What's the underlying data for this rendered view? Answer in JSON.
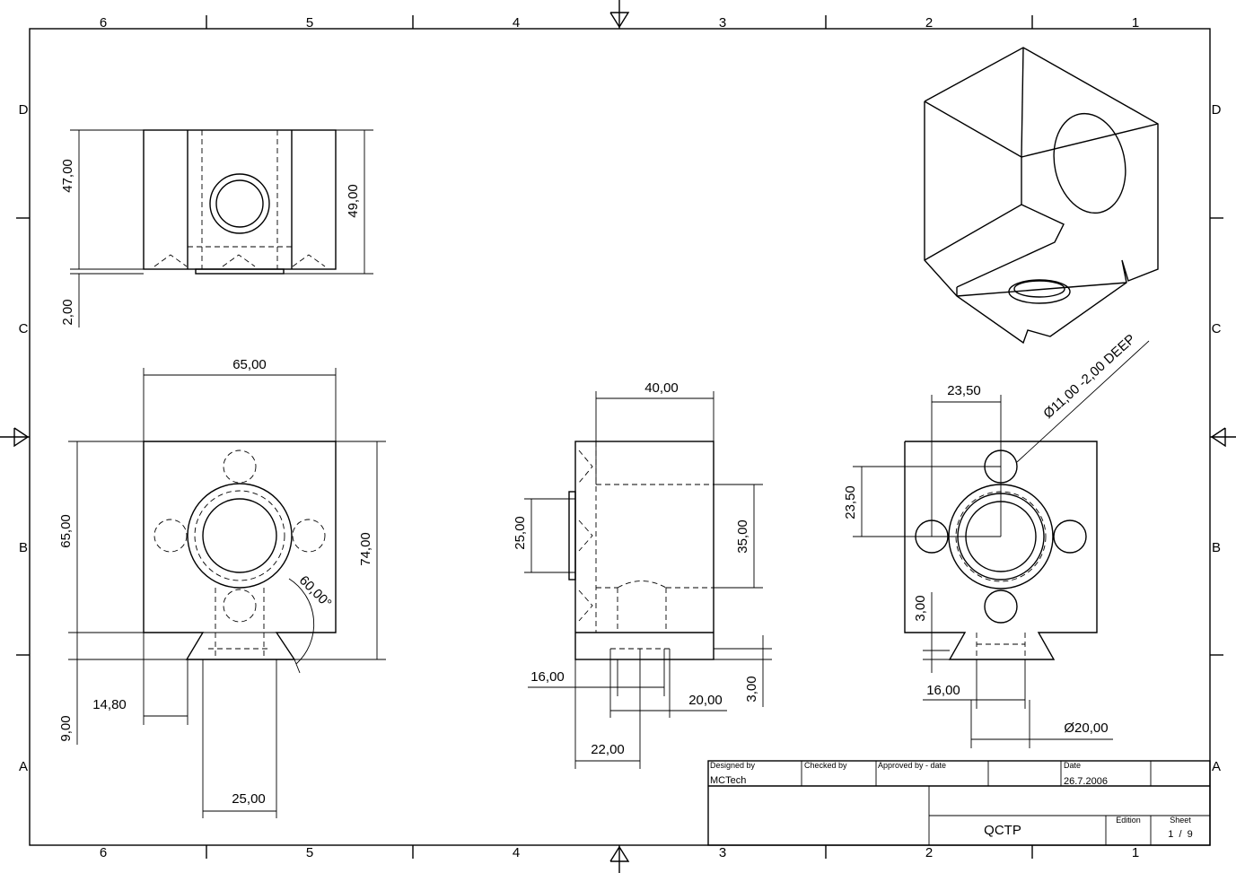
{
  "border": {
    "columns": [
      "6",
      "5",
      "4",
      "3",
      "2",
      "1"
    ],
    "rows": [
      "D",
      "C",
      "B",
      "A"
    ]
  },
  "dimensions": {
    "top_view": {
      "height_left": "47,00",
      "height_right": "49,00",
      "base": "2,00"
    },
    "front_view": {
      "width": "65,00",
      "height_left": "65,00",
      "height_right": "74,00",
      "angle": "60,00°",
      "slot_depth": "9,00",
      "offset": "14,80",
      "slot_width": "25,00"
    },
    "side_view": {
      "width": "40,00",
      "left_height": "25,00",
      "right_height": "35,00",
      "bottom_left": "16,00",
      "bottom_right": "20,00",
      "bottom_width": "22,00",
      "step": "3,00"
    },
    "right_view": {
      "horizontal": "23,50",
      "vertical": "23,50",
      "note": "Ø11,00 -2,00 DEEP",
      "step": "3,00",
      "slot": "16,00",
      "diameter": "Ø20,00"
    }
  },
  "title_block": {
    "designed_by_label": "Designed by",
    "designed_by": "MCTech",
    "checked_by_label": "Checked by",
    "approved_by_label": "Approved by - date",
    "date_label": "Date",
    "date": "26.7.2006",
    "title": "QCTP",
    "edition_label": "Edition",
    "sheet_label": "Sheet",
    "sheet_value": "1  /  9"
  }
}
